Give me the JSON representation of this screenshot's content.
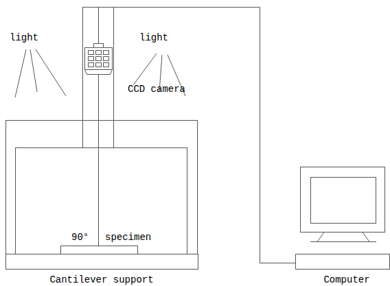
{
  "diagram": {
    "labels": [
      "light",
      "light",
      "CCD camera",
      "90°",
      "specimen",
      "Cantilever support",
      "Computer"
    ]
  }
}
